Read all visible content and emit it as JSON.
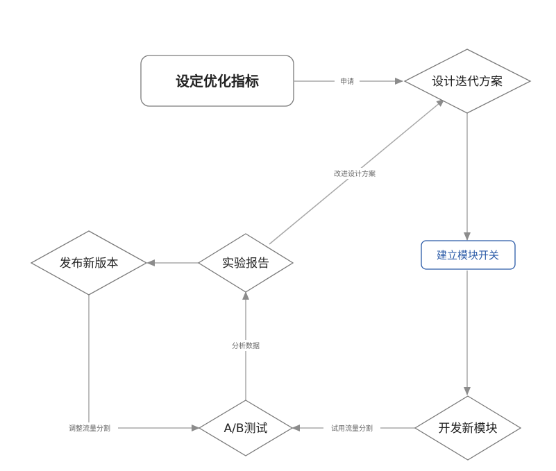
{
  "colors": {
    "line": "#a8a8a8",
    "node_stroke": "#7a7a7a",
    "text": "#222222",
    "accent": "#2a5aa7",
    "label": "#666666"
  },
  "nodes": {
    "set_metrics": "设定优化指标",
    "design_plan": "设计迭代方案",
    "module_switch": "建立模块开关",
    "develop_module": "开发新模块",
    "ab_test": "A/B测试",
    "experiment_report": "实验报告",
    "release_version": "发布新版本"
  },
  "edges": {
    "apply": "申请",
    "improve_design": "改进设计方案",
    "trial_traffic_split": "试用流量分割",
    "analyze_data": "分析数据",
    "adjust_traffic_split": "调整流量分割"
  }
}
